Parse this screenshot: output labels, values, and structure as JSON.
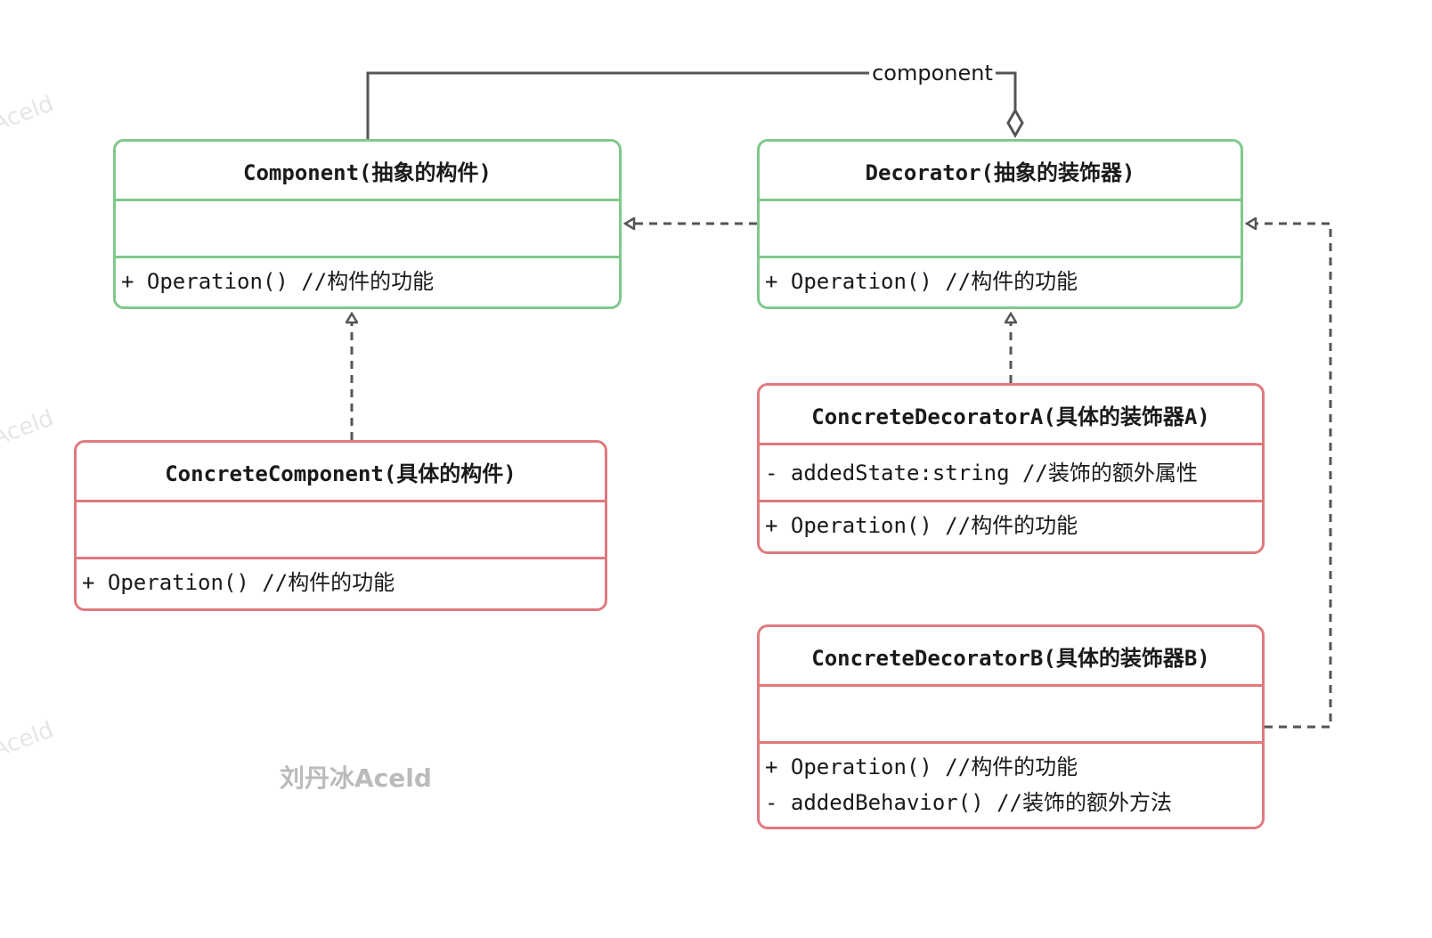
{
  "classes": {
    "component": {
      "name": "Component(抽象的构件)",
      "attributes": [],
      "operations": [
        "+ Operation() //构件的功能"
      ]
    },
    "decorator": {
      "name": "Decorator(抽象的装饰器)",
      "attributes": [],
      "operations": [
        "+ Operation() //构件的功能"
      ]
    },
    "concrete_component": {
      "name": "ConcreteComponent(具体的构件)",
      "attributes": [],
      "operations": [
        "+ Operation() //构件的功能"
      ]
    },
    "concrete_decorator_a": {
      "name": "ConcreteDecoratorA(具体的装饰器A)",
      "attributes": [
        "-  addedState:string //装饰的额外属性"
      ],
      "operations": [
        "+ Operation() //构件的功能"
      ]
    },
    "concrete_decorator_b": {
      "name": "ConcreteDecoratorB(具体的装饰器B)",
      "attributes": [],
      "operations": [
        "+ Operation() //构件的功能",
        "-  addedBehavior() //装饰的额外方法"
      ]
    }
  },
  "relations": {
    "aggregation_label": "component"
  },
  "watermark": {
    "main": "刘丹冰Aceld",
    "side": "Aceld"
  },
  "colors": {
    "abstract_border": "#7fc98a",
    "concrete_border": "#e07a7e",
    "connector": "#555555"
  }
}
